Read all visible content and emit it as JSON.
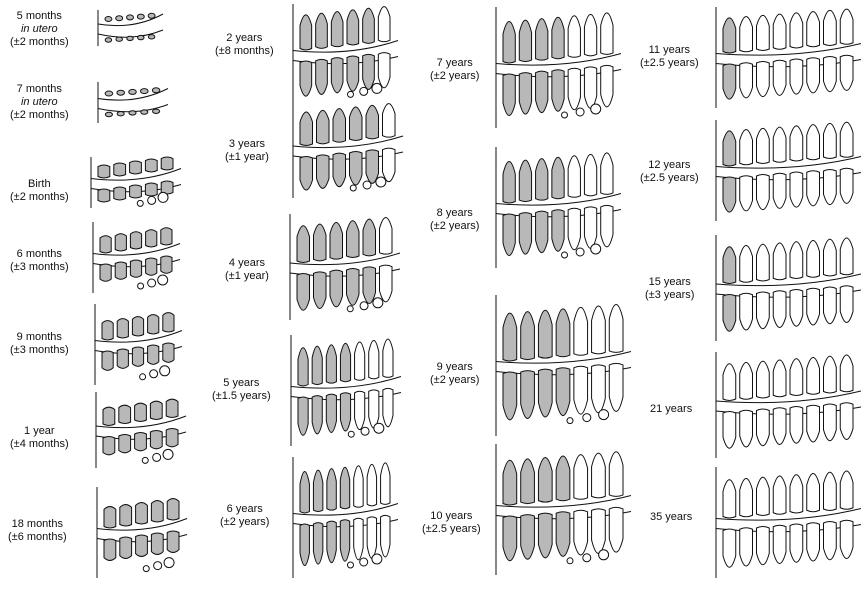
{
  "stages": [
    {
      "id": "s1",
      "lines": [
        "5 months",
        "in utero",
        "(±2 months)"
      ]
    },
    {
      "id": "s2",
      "lines": [
        "7 months",
        "in utero",
        "(±2 months)"
      ]
    },
    {
      "id": "s3",
      "lines": [
        "Birth",
        "(±2 months)"
      ]
    },
    {
      "id": "s4",
      "lines": [
        "6 months",
        "(±3 months)"
      ]
    },
    {
      "id": "s5",
      "lines": [
        "9 months",
        "(±3 months)"
      ]
    },
    {
      "id": "s6",
      "lines": [
        "1 year",
        "(±4 months)"
      ]
    },
    {
      "id": "s7",
      "lines": [
        "18 months",
        "(±6 months)"
      ]
    },
    {
      "id": "s8",
      "lines": [
        "2 years",
        "(±8 months)"
      ]
    },
    {
      "id": "s9",
      "lines": [
        "3 years",
        "(±1 year)"
      ]
    },
    {
      "id": "s10",
      "lines": [
        "4 years",
        "(±1 year)"
      ]
    },
    {
      "id": "s11",
      "lines": [
        "5 years",
        "(±1.5 years)"
      ]
    },
    {
      "id": "s12",
      "lines": [
        "6 years",
        "(±2 years)"
      ]
    },
    {
      "id": "s13",
      "lines": [
        "7 years",
        "(±2 years)"
      ]
    },
    {
      "id": "s14",
      "lines": [
        "8 years",
        "(±2 years)"
      ]
    },
    {
      "id": "s15",
      "lines": [
        "9 years",
        "(±2 years)"
      ]
    },
    {
      "id": "s16",
      "lines": [
        "10 years",
        "(±2.5 years)"
      ]
    },
    {
      "id": "s17",
      "lines": [
        "11 years",
        "(±2.5 years)"
      ]
    },
    {
      "id": "s18",
      "lines": [
        "12 years",
        "(±2.5 years)"
      ]
    },
    {
      "id": "s19",
      "lines": [
        "15 years",
        "(±3 years)"
      ]
    },
    {
      "id": "s20",
      "lines": [
        "21 years"
      ]
    },
    {
      "id": "s21",
      "lines": [
        "35 years"
      ]
    }
  ],
  "colors": {
    "primary_tooth": "#b8b8b8",
    "permanent_tooth": "#ffffff",
    "outline": "#111111"
  }
}
